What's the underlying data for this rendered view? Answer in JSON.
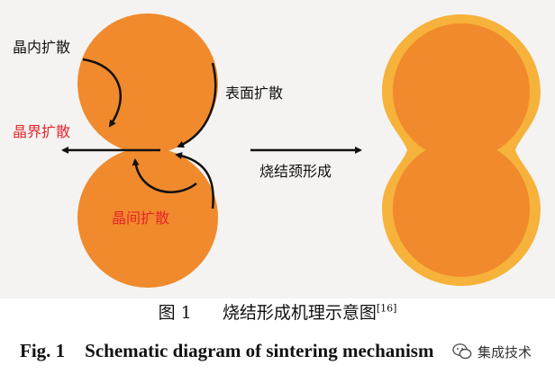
{
  "colors": {
    "particle": "#f08a2c",
    "neck_outline": "#f6b23a",
    "red_label": "#e8242a",
    "background": "#f4f3f1"
  },
  "labels": {
    "lattice_diffusion": "晶内扩散",
    "surface_diffusion": "表面扩散",
    "grain_boundary_diffusion": "晶界扩散",
    "intergranular_diffusion": "晶间扩散",
    "neck_formation": "烧结颈形成"
  },
  "caption": {
    "cn_number": "图 1",
    "cn_title": "烧结形成机理示意图",
    "cn_ref": "[16]",
    "en_number": "Fig. 1",
    "en_title": "Schematic diagram of sintering mechanism"
  },
  "watermark": {
    "text": "集成技术",
    "icon": "wechat-icon"
  }
}
